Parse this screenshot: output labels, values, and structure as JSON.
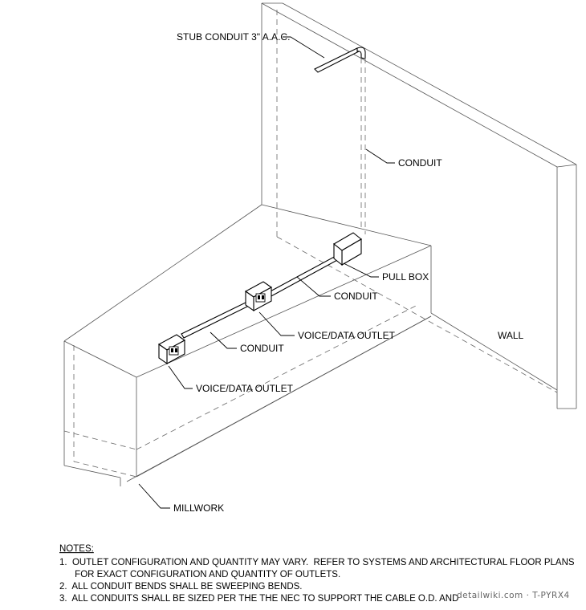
{
  "labels": {
    "stub_conduit": "STUB CONDUIT 3\" A.A.C.",
    "conduit_vertical": "CONDUIT",
    "pull_box": "PULL BOX",
    "conduit_upper": "CONDUIT",
    "outlet_upper": "VOICE/DATA OUTLET",
    "wall": "WALL",
    "conduit_lower": "CONDUIT",
    "outlet_lower": "VOICE/DATA OUTLET",
    "millwork": "MILLWORK"
  },
  "notes": {
    "heading": "NOTES:",
    "items": [
      "1.  OUTLET CONFIGURATION AND QUANTITY MAY VARY.  REFER TO SYSTEMS AND ARCHITECTURAL FLOOR PLANS",
      "      FOR EXACT CONFIGURATION AND QUANTITY OF OUTLETS.",
      "2.  ALL CONDUIT BENDS SHALL BE SWEEPING BENDS.",
      "3.  ALL CONDUITS SHALL BE SIZED PER THE THE NEC TO SUPPORT THE CABLE O.D. AND"
    ]
  },
  "watermark": "detailwiki.com · T-PYRX4"
}
